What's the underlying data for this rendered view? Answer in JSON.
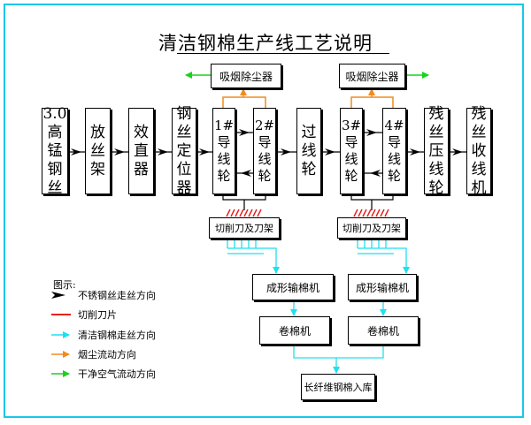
{
  "title": "清洁钢棉生产线工艺说明",
  "colors": {
    "frame": "#19c8e8",
    "wire": "#000000",
    "cutter": "#e8201e",
    "cleanWool": "#1ee0f0",
    "smoke": "#f08c1e",
    "cleanAir": "#19d21e"
  },
  "boxes": {
    "manganese_wire": "3.0高锰钢丝",
    "payoff_stand": "放丝架",
    "straightener": "效直器",
    "wire_positioner": "钢丝定位器",
    "guide_wheel_1": "1#导线轮",
    "guide_wheel_2": "2#导线轮",
    "transfer_wheel": "过线轮",
    "guide_wheel_3": "3#导线轮",
    "guide_wheel_4": "4#导线轮",
    "residual_press_wheel": "残丝压线轮",
    "residual_winder": "残丝收线机",
    "dust_collector_1": "吸烟除尘器",
    "dust_collector_2": "吸烟除尘器",
    "cutter_1": "切削刀及刀架",
    "cutter_2": "切削刀及刀架",
    "forming_conveyor_1": "成形输棉机",
    "forming_conveyor_2": "成形输棉机",
    "roller_1": "卷棉机",
    "roller_2": "卷棉机",
    "warehouse": "长纤维钢棉入库"
  },
  "legend": {
    "title": "图示:",
    "items": [
      {
        "label": "不锈钢丝走丝方向",
        "icon": "black-arrow-icon"
      },
      {
        "label": "切削刀片",
        "icon": "red-blade-icon"
      },
      {
        "label": "清洁钢棉走丝方向",
        "icon": "cyan-arrow-icon"
      },
      {
        "label": "烟尘流动方向",
        "icon": "orange-arrow-icon"
      },
      {
        "label": "干净空气流动方向",
        "icon": "green-arrow-icon"
      }
    ]
  }
}
